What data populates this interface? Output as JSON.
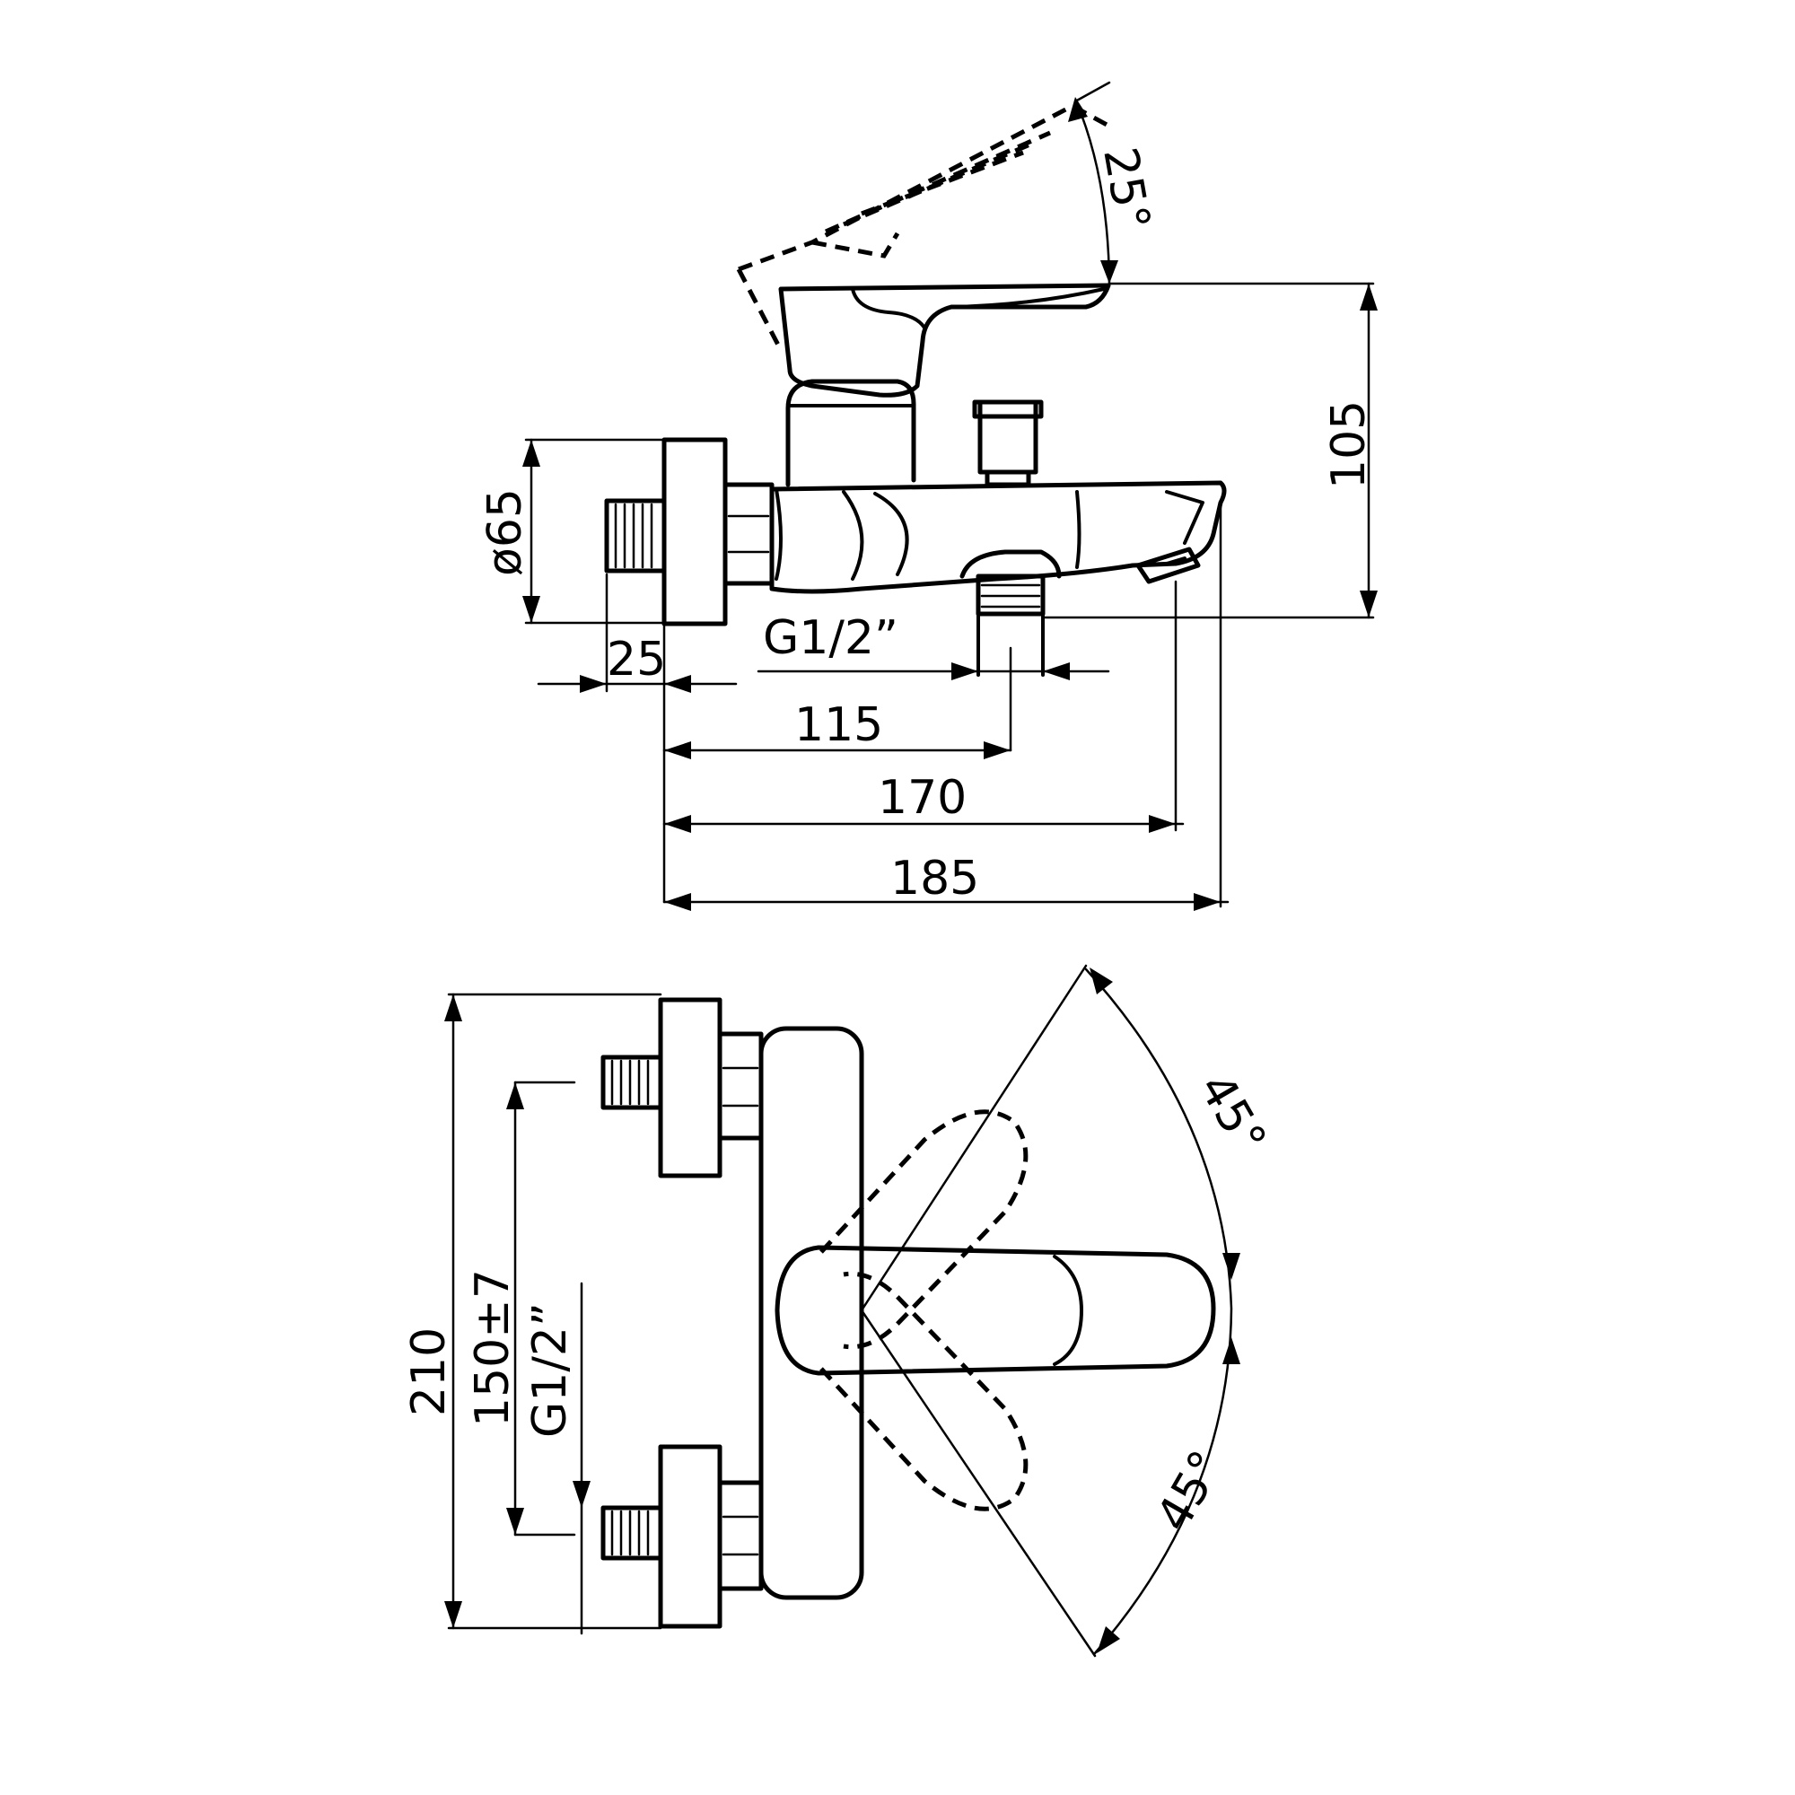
{
  "drawing": {
    "side_view": {
      "angle_lever": "25°",
      "height": "105",
      "flange_diameter": "ø65",
      "wall_depth": "25",
      "thread_spout": "G1/2”",
      "dim_outlet": "115",
      "dim_aerator": "170",
      "dim_overall": "185"
    },
    "top_view": {
      "overall_width": "210",
      "inlet_centers": "150±7",
      "thread_inlet": "G1/2”",
      "angle_upper": "45°",
      "angle_lower": "45°"
    }
  }
}
